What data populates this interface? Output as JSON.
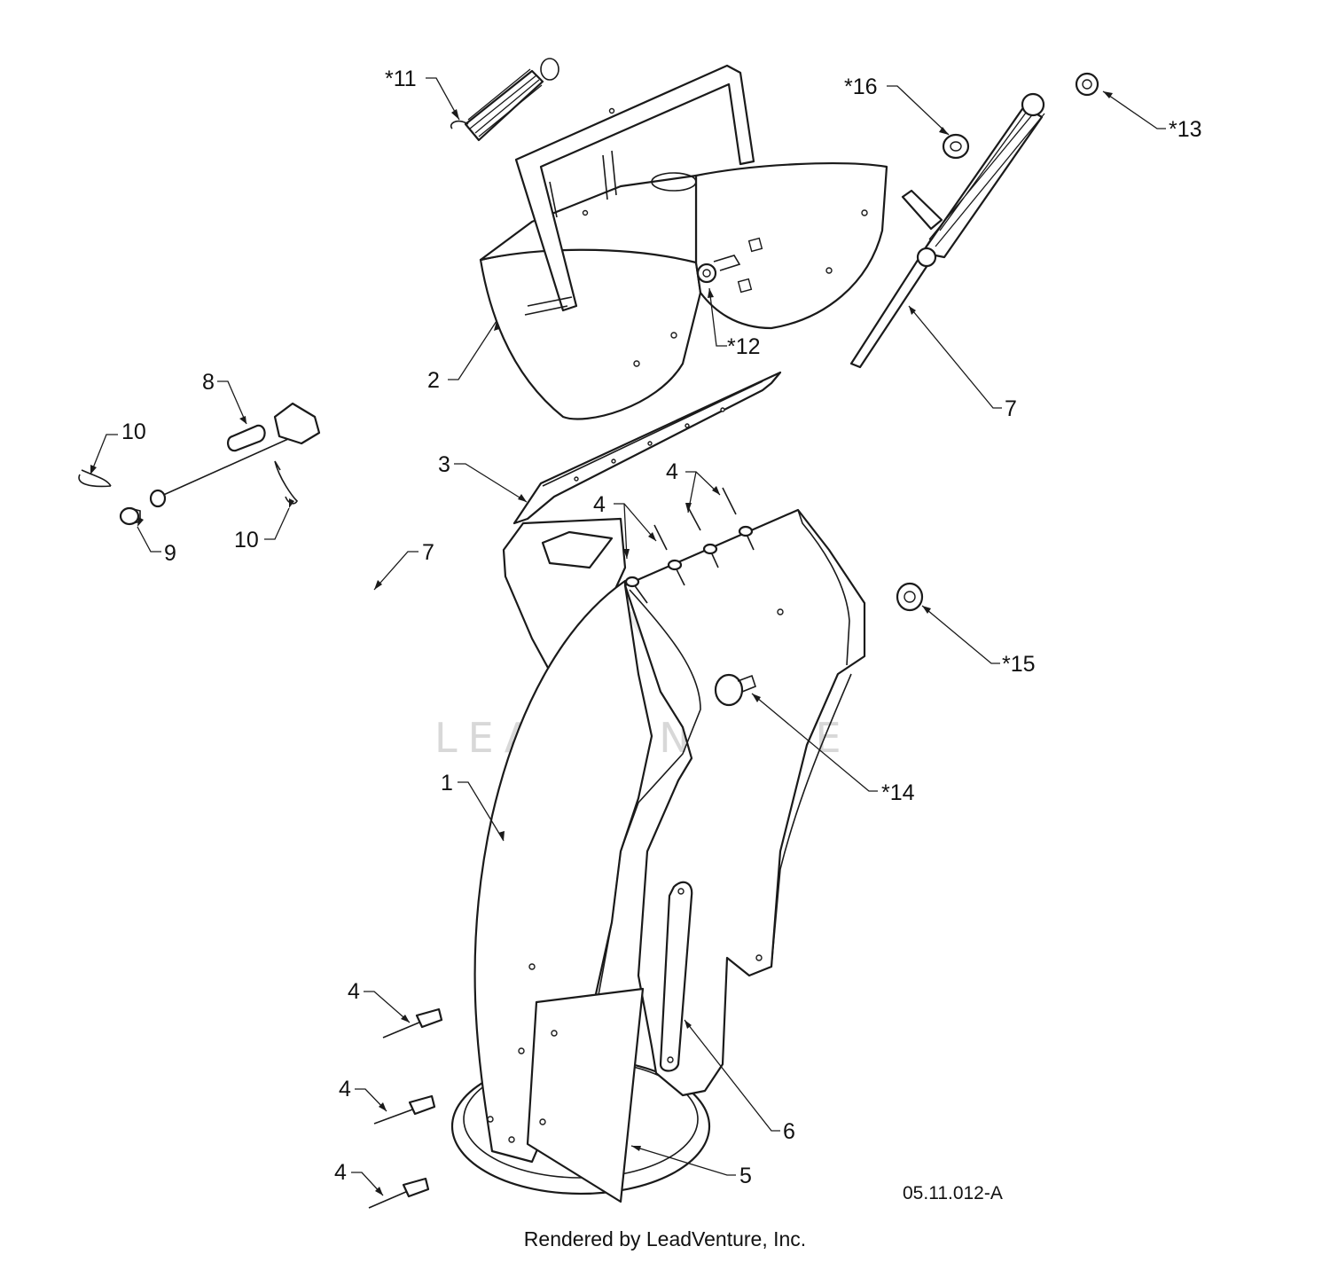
{
  "diagram": {
    "drawing_number": "05.11.012-A",
    "watermark": "LEADVENTURE",
    "footer": "Rendered by LeadVenture, Inc.",
    "callouts": {
      "c11": "*11",
      "c16": "*16",
      "c13": "*13",
      "c12": "*12",
      "c2": "2",
      "c7_right": "7",
      "c8": "8",
      "c10_top": "10",
      "c10_bottom": "10",
      "c9": "9",
      "c7_left": "7",
      "c3": "3",
      "c4_top_a": "4",
      "c4_top_b": "4",
      "c15": "*15",
      "c14": "*14",
      "c1": "1",
      "c4_low_a": "4",
      "c4_low_b": "4",
      "c4_low_c": "4",
      "c6": "6",
      "c5": "5"
    }
  }
}
